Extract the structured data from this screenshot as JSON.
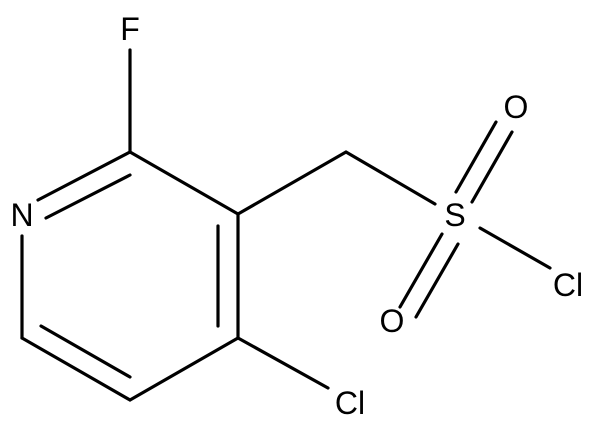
{
  "atoms": {
    "fluorine": "F",
    "nitrogen": "N",
    "sulfur": "S",
    "oxygen_top": "O",
    "oxygen_bottom": "O",
    "chlorine_sulfonyl": "Cl",
    "chlorine_ring": "Cl"
  },
  "colors": {
    "ink": "#000000",
    "background": "#ffffff"
  }
}
